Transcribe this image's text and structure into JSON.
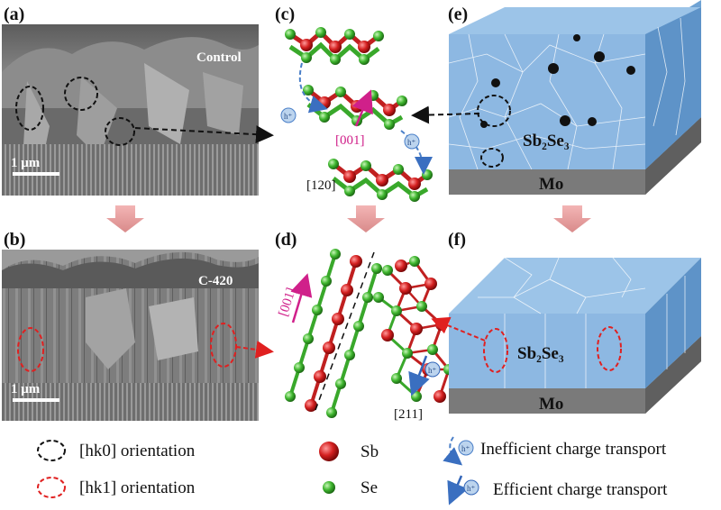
{
  "panels": {
    "a": {
      "label": "(a)",
      "sample": "Control",
      "scale": "1 μm"
    },
    "b": {
      "label": "(b)",
      "sample": "C-420",
      "scale": "1 μm"
    },
    "c": {
      "label": "(c)",
      "dir_001": "[001]",
      "dir_120": "[120]",
      "carrier": "h⁺"
    },
    "d": {
      "label": "(d)",
      "dir_001": "[001]",
      "dir_211": "[211]",
      "carrier": "h⁺"
    },
    "e": {
      "label": "(e)",
      "film": "Sb₂Se₃",
      "substrate": "Mo"
    },
    "f": {
      "label": "(f)",
      "film": "Sb₂Se₃",
      "substrate": "Mo"
    }
  },
  "legend": {
    "hk0": "[hk0] orientation",
    "hk1": "[hk1] orientation",
    "sb": "Sb",
    "se": "Se",
    "inefficient": "Inefficient charge transport",
    "efficient": "Efficient charge transport",
    "carrier": "h⁺"
  },
  "colors": {
    "sb_atom": "#d42020",
    "se_atom": "#3fb62f",
    "hk0_ring": "#111111",
    "hk1_ring": "#e02020",
    "inefficient_arrow": "#4a7fc8",
    "efficient_arrow": "#3366b8",
    "dir_001_label": "#d0208a",
    "film_top": "#9cc4e8",
    "film_side": "#6fa3d4",
    "substrate": "#8d8d8d"
  }
}
